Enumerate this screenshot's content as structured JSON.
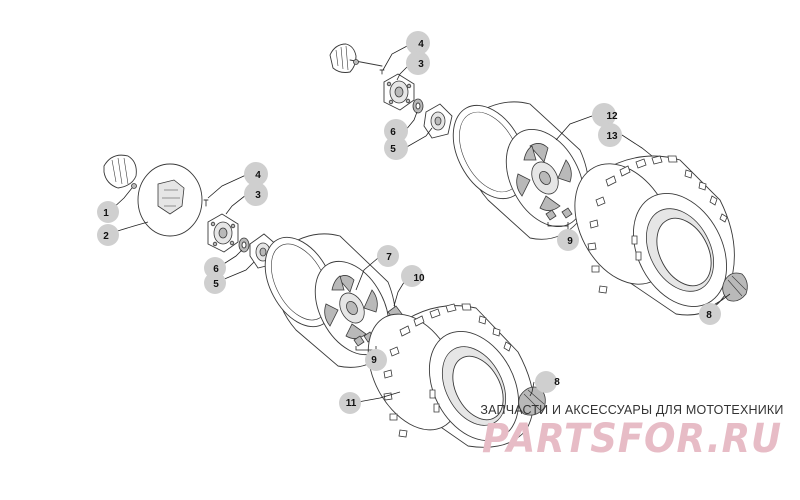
{
  "callouts": {
    "c1": "1",
    "c2": "2",
    "c3_top": "3",
    "c3_mid": "3",
    "c4_top": "4",
    "c4_mid": "4",
    "c5_top": "5",
    "c5_mid": "5",
    "c6_top": "6",
    "c6_mid": "6",
    "c7": "7",
    "c8_right": "8",
    "c8_bottom": "8",
    "c9_top": "9",
    "c9_bottom": "9",
    "c10": "10",
    "c11": "11",
    "c12": "12",
    "c13": "13"
  },
  "watermark": {
    "tagline": "ЗАПЧАСТИ И АКСЕССУАРЫ ДЛЯ МОТОТЕХНИКИ",
    "brand": "PARTSFOR.RU"
  }
}
